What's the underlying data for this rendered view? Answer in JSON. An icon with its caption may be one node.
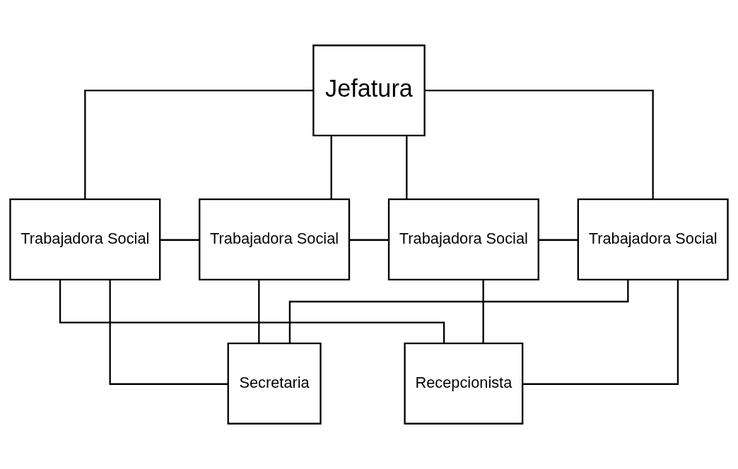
{
  "diagram": {
    "nodes": [
      {
        "text": [
          "Jefatura"
        ]
      },
      {
        "text": [
          "Trabajadora Social"
        ]
      },
      {
        "text": [
          "Trabajadora Social"
        ]
      },
      {
        "text": [
          "Trabajadora Social"
        ]
      },
      {
        "text": [
          "Trabajadora Social"
        ]
      },
      {
        "text": [
          "Secretaria"
        ]
      },
      {
        "text": [
          "Recepcionista"
        ]
      }
    ],
    "edges": [
      {
        "from": 0,
        "to": 1,
        "arrow": "none"
      },
      {
        "from": 0,
        "to": 2,
        "arrow": "none"
      },
      {
        "from": 0,
        "to": 3,
        "arrow": "none"
      },
      {
        "from": 0,
        "to": 4,
        "arrow": "none"
      },
      {
        "from": 1,
        "to": 2,
        "arrow": "none"
      },
      {
        "from": 2,
        "to": 3,
        "arrow": "none"
      },
      {
        "from": 3,
        "to": 4,
        "arrow": "none"
      },
      {
        "from": 2,
        "to": 5,
        "arrow": "none"
      },
      {
        "from": 3,
        "to": 6,
        "arrow": "none"
      },
      {
        "from": 1,
        "to": 5,
        "arrow": "none"
      },
      {
        "from": 1,
        "to": 6,
        "arrow": "none"
      },
      {
        "from": 4,
        "to": 5,
        "arrow": "none"
      },
      {
        "from": 4,
        "to": 6,
        "arrow": "none"
      }
    ]
  }
}
